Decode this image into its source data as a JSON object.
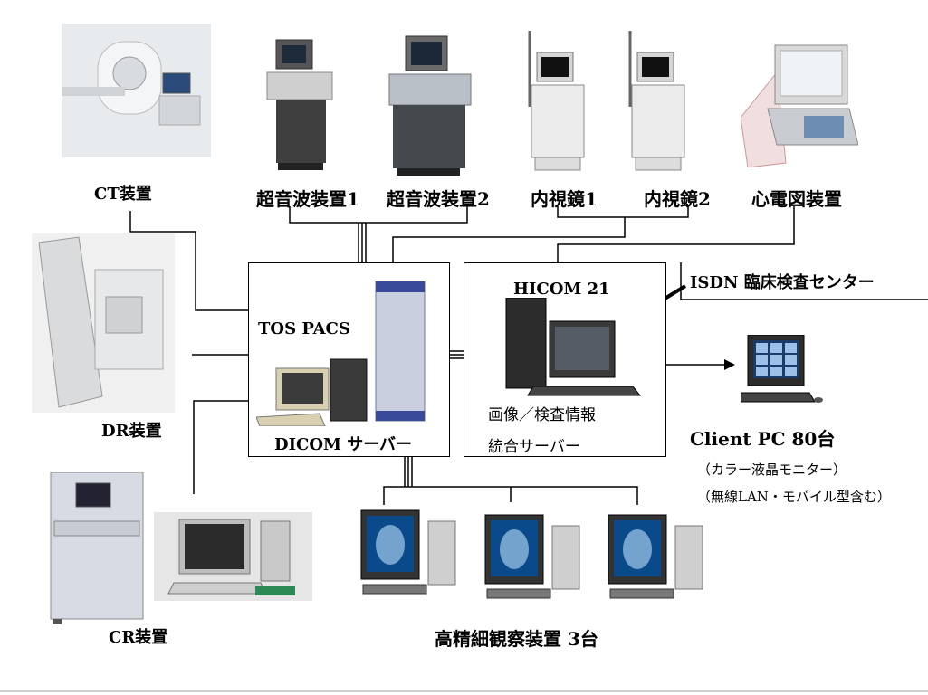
{
  "devices": {
    "ct": "CT装置",
    "us1": "超音波装置1",
    "us2": "超音波装置2",
    "endo1": "内視鏡1",
    "endo2": "内視鏡2",
    "ecg": "心電図装置",
    "dr": "DR装置",
    "cr": "CR装置"
  },
  "pacs_box": {
    "title": "TOS PACS",
    "footer": "DICOM サーバー"
  },
  "hicom_box": {
    "title": "HICOM 21",
    "line1": "画像／検査情報",
    "line2": "統合サーバー"
  },
  "isdn": "ISDN  臨床検査センター",
  "client": {
    "title": "Client PC 80台",
    "note1": "（カラー液晶モニター）",
    "note2": "（無線LAN・モバイル型含む）"
  },
  "viewer": "高精細観察装置  3台",
  "colors": {
    "line": "#000000",
    "box_border": "#000000",
    "xray_bg": "#0a4a8a"
  }
}
